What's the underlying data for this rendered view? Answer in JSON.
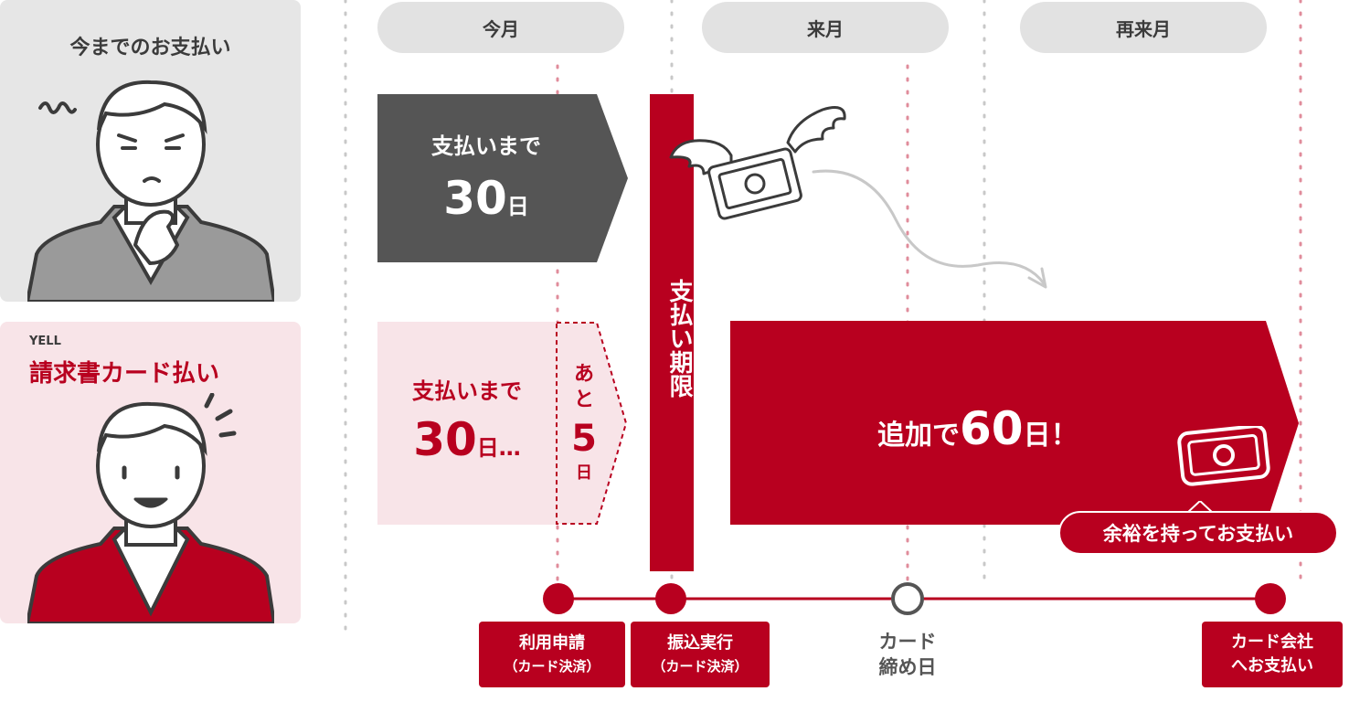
{
  "panels": {
    "before_title": "今までのお支払い",
    "after_brand": "YELL",
    "after_title": "請求書カード払い"
  },
  "months": [
    "今月",
    "来月",
    "再来月"
  ],
  "top_bar": {
    "line1": "支払いまで",
    "number": "30",
    "unit": "日"
  },
  "bottom_bar": {
    "line1": "支払いまで",
    "number": "30",
    "unit": "日…"
  },
  "remaining": {
    "chars": [
      "あ",
      "と"
    ],
    "number": "5",
    "unit": "日"
  },
  "deadline": "支払い期限",
  "extra": {
    "prefix": "追加で",
    "number": "60",
    "suffix": "日！"
  },
  "relax_badge": "余裕を持ってお支払い",
  "timeline_labels": {
    "apply": {
      "line1": "利用申請",
      "line2": "（カード決済）"
    },
    "transfer": {
      "line1": "振込実行",
      "line2": "（カード決済）"
    },
    "closing": {
      "line1": "カード",
      "line2": "締め日"
    },
    "company": {
      "line1": "カード会社",
      "line2": "へお支払い"
    }
  },
  "colors": {
    "red": "#b8001f",
    "dark": "#555555",
    "pink": "#f8e4e8",
    "gray": "#e6e6e6"
  }
}
